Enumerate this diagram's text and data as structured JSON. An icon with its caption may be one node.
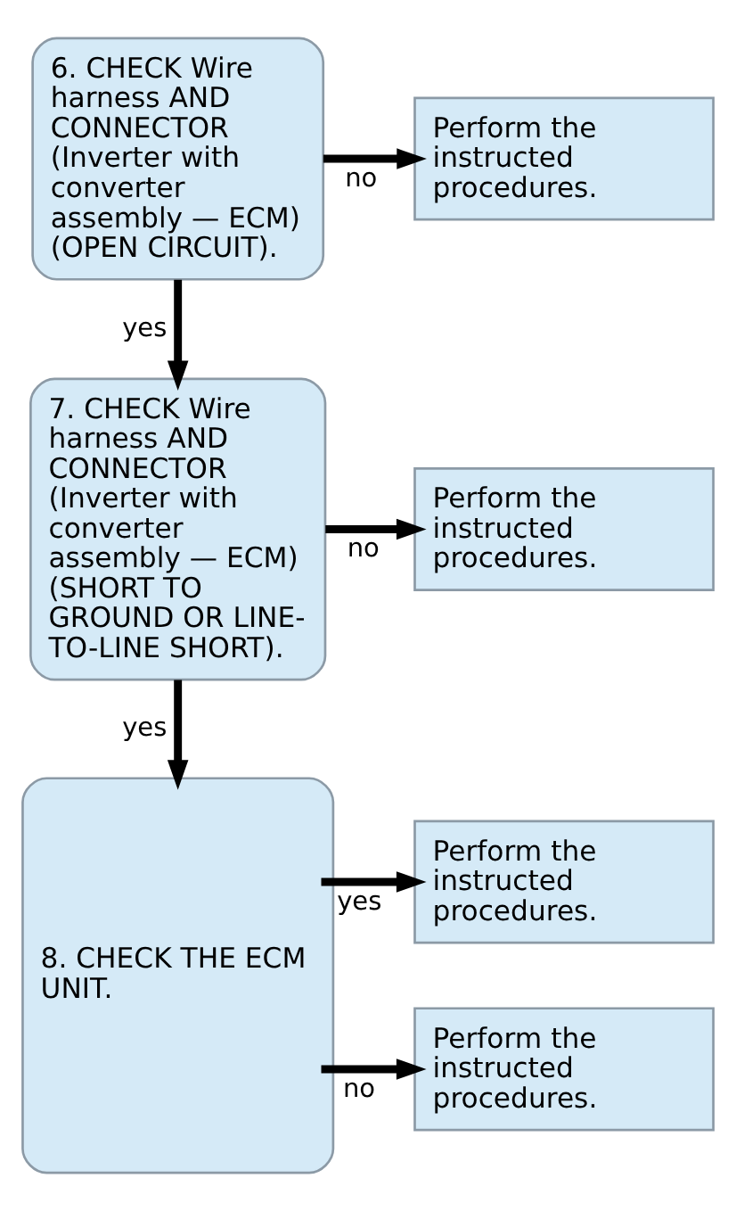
{
  "diagram": {
    "nodes": [
      {
        "text": [
          "6. CHECK Wire harness AND CONNECTOR (Inverter with converter assembly — ECM) (OPEN CIRCUIT)."
        ]
      },
      {
        "text": [
          "Perform the instructed procedures."
        ]
      },
      {
        "text": [
          "7. CHECK Wire harness AND CONNECTOR (Inverter with converter assembly — ECM) (SHORT TO GROUND OR LINE-TO-LINE SHORT)."
        ]
      },
      {
        "text": [
          "Perform the instructed procedures."
        ]
      },
      {
        "text": [
          "8. CHECK THE ECM UNIT."
        ]
      },
      {
        "text": [
          "Perform the instructed procedures."
        ]
      },
      {
        "text": [
          "Perform the instructed procedures."
        ]
      }
    ],
    "edges": [
      {
        "from": 0,
        "to": 1,
        "arrow": "to",
        "label": "no"
      },
      {
        "from": 0,
        "to": 2,
        "arrow": "to",
        "label": "yes"
      },
      {
        "from": 2,
        "to": 3,
        "arrow": "to",
        "label": "no"
      },
      {
        "from": 2,
        "to": 4,
        "arrow": "to",
        "label": "yes"
      },
      {
        "from": 4,
        "to": 5,
        "arrow": "to",
        "label": "yes"
      },
      {
        "from": 4,
        "to": 6,
        "arrow": "to",
        "label": "no"
      }
    ]
  }
}
